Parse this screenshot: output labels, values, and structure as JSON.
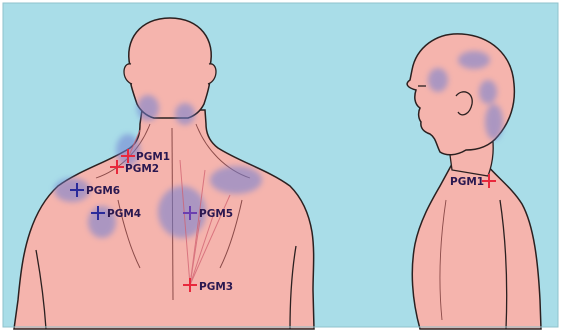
{
  "colors": {
    "background": "#a9dde8",
    "skin": "#f5b4ad",
    "outline": "#2b2020",
    "trigger_area": "#6f7fd2",
    "marker_red": "#e8283c",
    "marker_blue": "#2a2a9a",
    "referral_line": "#d06070"
  },
  "diagram": {
    "views": [
      "posterior-back-view",
      "lateral-side-view"
    ],
    "points": [
      {
        "id": "pgm1",
        "label": "PGM1",
        "marker_color": "red",
        "view": "back"
      },
      {
        "id": "pgm2",
        "label": "PGM2",
        "marker_color": "red",
        "view": "back"
      },
      {
        "id": "pgm3",
        "label": "PGM3",
        "marker_color": "red",
        "view": "back"
      },
      {
        "id": "pgm4",
        "label": "PGM4",
        "marker_color": "blue",
        "view": "back"
      },
      {
        "id": "pgm5",
        "label": "PGM5",
        "marker_color": "blue",
        "view": "back"
      },
      {
        "id": "pgm6",
        "label": "PGM6",
        "marker_color": "blue",
        "view": "back"
      },
      {
        "id": "pgm1-side",
        "label": "PGM1",
        "marker_color": "red",
        "view": "side"
      }
    ]
  }
}
